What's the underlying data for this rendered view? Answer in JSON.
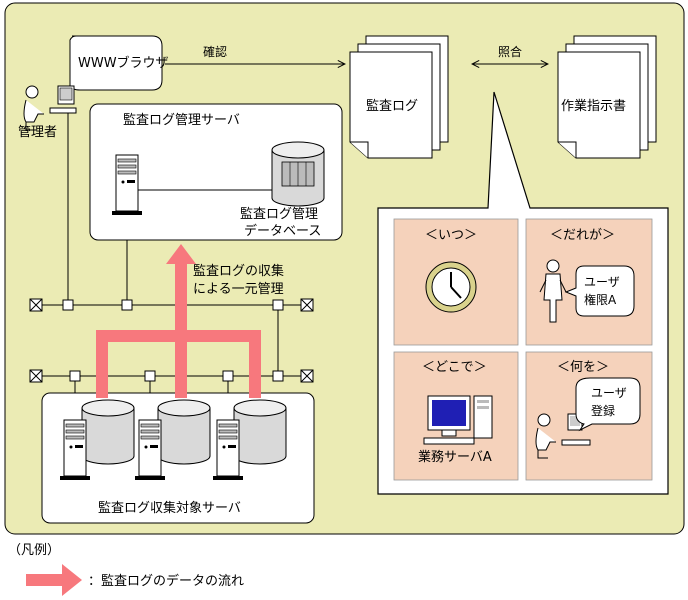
{
  "labels": {
    "browser": "WWWブラウザ",
    "admin": "管理者",
    "confirm": "確認",
    "audit_log": "監査ログ",
    "collate": "照合",
    "work_order": "作業指示書",
    "mgmt_server": "監査ログ管理サーバ",
    "db_line1": "監査ログ管理",
    "db_line2": "データベース",
    "collect_line1": "監査ログの収集",
    "collect_line2": "による一元管理",
    "target_servers": "監査ログ収集対象サーバ",
    "when": "＜いつ＞",
    "who": "＜だれが＞",
    "where": "＜どこで＞",
    "what": "＜何を＞",
    "user_auth_line1": "ユーザ",
    "user_auth_line2": "権限A",
    "business_server": "業務サーバA",
    "user_reg_line1": "ユーザ",
    "user_reg_line2": "登録",
    "legend_title": "（凡例）",
    "legend_flow": "：監査ログのデータの流れ"
  },
  "colors": {
    "background": "#ebebb4",
    "flow_arrow": "#f7787d",
    "panel_cell": "#f5d2bb",
    "clock_rim": "#d9d28c",
    "screen_blue": "#1f1fb4"
  }
}
